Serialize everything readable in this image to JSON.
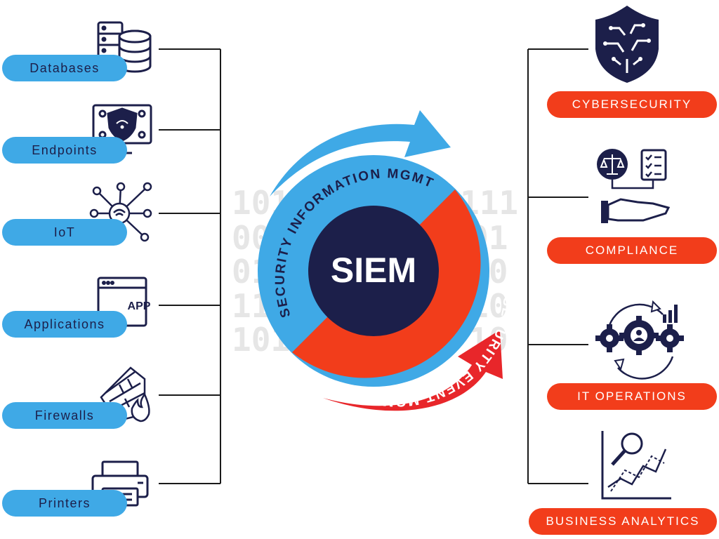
{
  "colors": {
    "navy": "#1c1f4a",
    "blue": "#3fa9e6",
    "red": "#f23d1b",
    "line": "#1a1a1a",
    "binary": "#e6e6e6"
  },
  "center": {
    "title": "SIEM",
    "ring_top": "SECURITY INFORMATION MGMT",
    "ring_bottom": "SECURITY EVENT MGMT",
    "binary_left": [
      "101",
      "00",
      "01",
      "11",
      "101"
    ],
    "binary_right": [
      "111",
      "01",
      "10",
      "10",
      "10"
    ]
  },
  "sources": [
    {
      "label": "Databases",
      "icon": "database-server-icon"
    },
    {
      "label": "Endpoints",
      "icon": "endpoint-monitor-icon"
    },
    {
      "label": "IoT",
      "icon": "iot-network-icon"
    },
    {
      "label": "Applications",
      "icon": "app-window-icon"
    },
    {
      "label": "Firewalls",
      "icon": "firewall-icon"
    },
    {
      "label": "Printers",
      "icon": "printer-icon"
    }
  ],
  "outputs": [
    {
      "label": "CYBERSECURITY",
      "icon": "circuit-shield-icon"
    },
    {
      "label": "COMPLIANCE",
      "icon": "scales-checklist-icon"
    },
    {
      "label": "IT OPERATIONS",
      "icon": "gears-user-icon"
    },
    {
      "label": "BUSINESS ANALYTICS",
      "icon": "analytics-chart-icon"
    }
  ],
  "app_icon_text": "APP"
}
